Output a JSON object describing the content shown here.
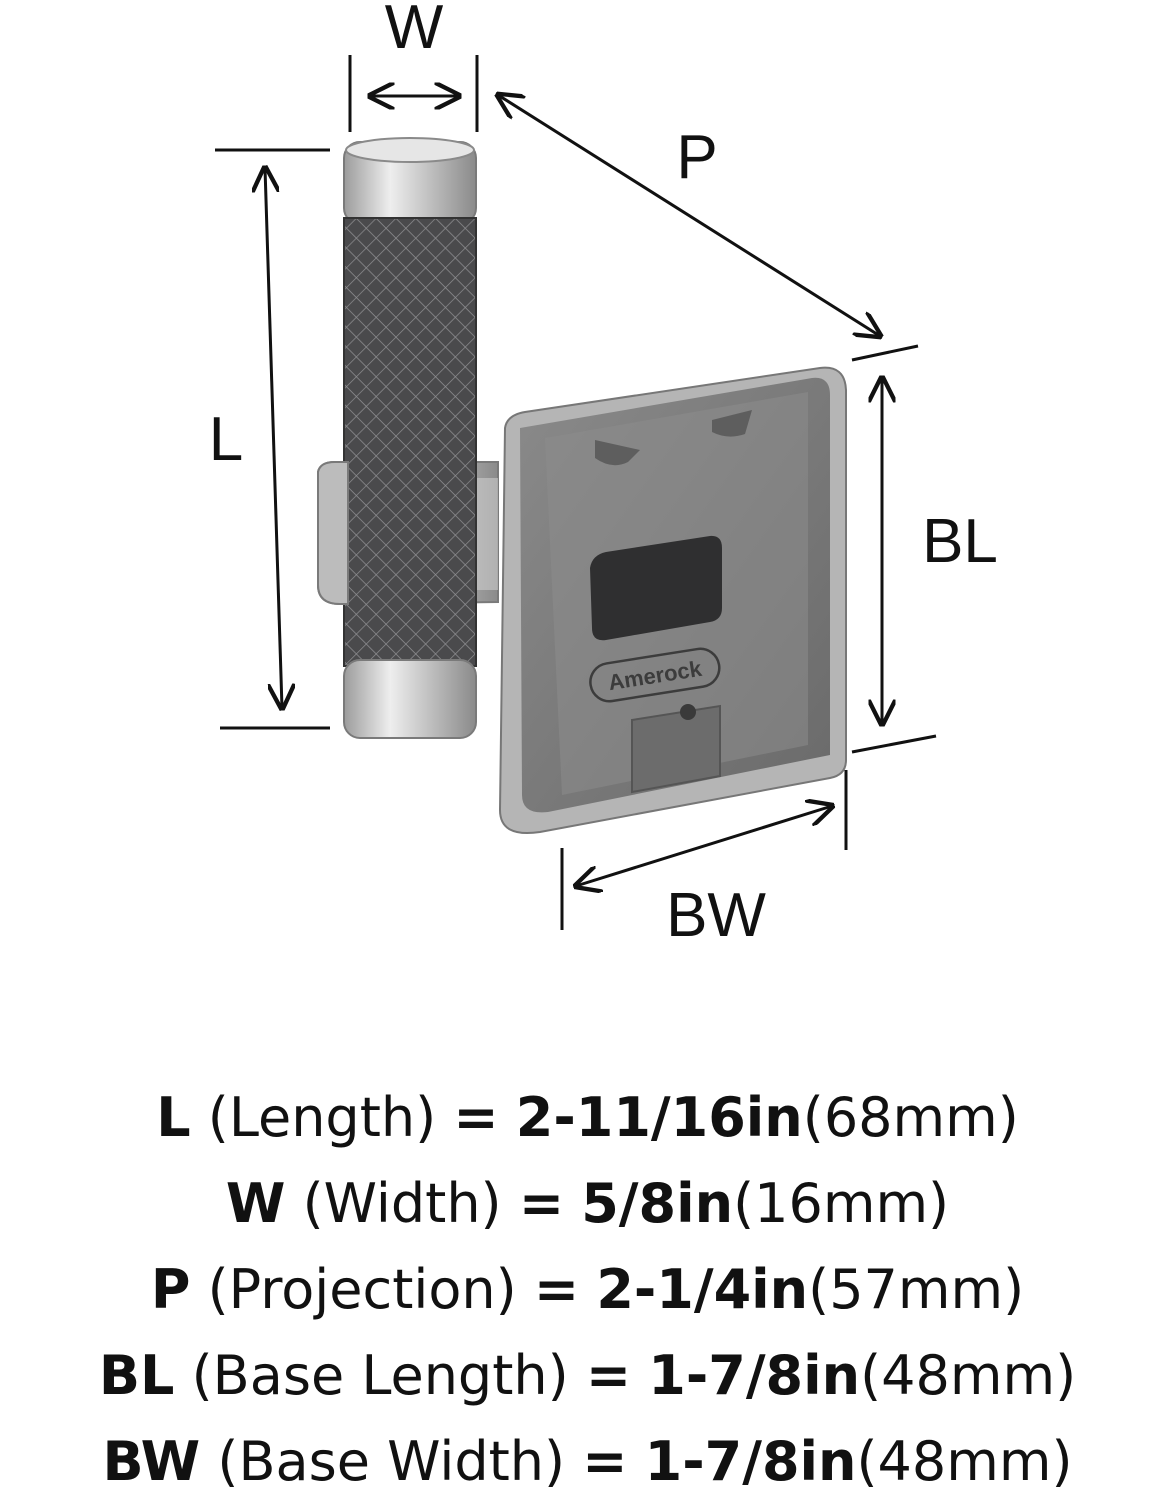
{
  "diagram": {
    "labels": {
      "w": "W",
      "p": "P",
      "l": "L",
      "bl": "BL",
      "bw": "BW"
    },
    "brand_mark": "Amerock",
    "colors": {
      "nickel": "#c9c9c9",
      "knurl": "#4a4a4c",
      "base": "#7b7b7b",
      "line": "#111111"
    }
  },
  "specs": [
    {
      "code": "L",
      "desc": "(Length)",
      "eq": "=",
      "imperial": "2-11/16in",
      "metric": "(68mm)"
    },
    {
      "code": "W",
      "desc": "(Width)",
      "eq": "=",
      "imperial": "5/8in",
      "metric": "(16mm)"
    },
    {
      "code": "P",
      "desc": "(Projection)",
      "eq": "=",
      "imperial": "2-1/4in",
      "metric": "(57mm)"
    },
    {
      "code": "BL",
      "desc": "(Base Length)",
      "eq": "=",
      "imperial": "1-7/8in",
      "metric": "(48mm)"
    },
    {
      "code": "BW",
      "desc": "(Base Width)",
      "eq": "=",
      "imperial": "1-7/8in",
      "metric": "(48mm)"
    }
  ]
}
